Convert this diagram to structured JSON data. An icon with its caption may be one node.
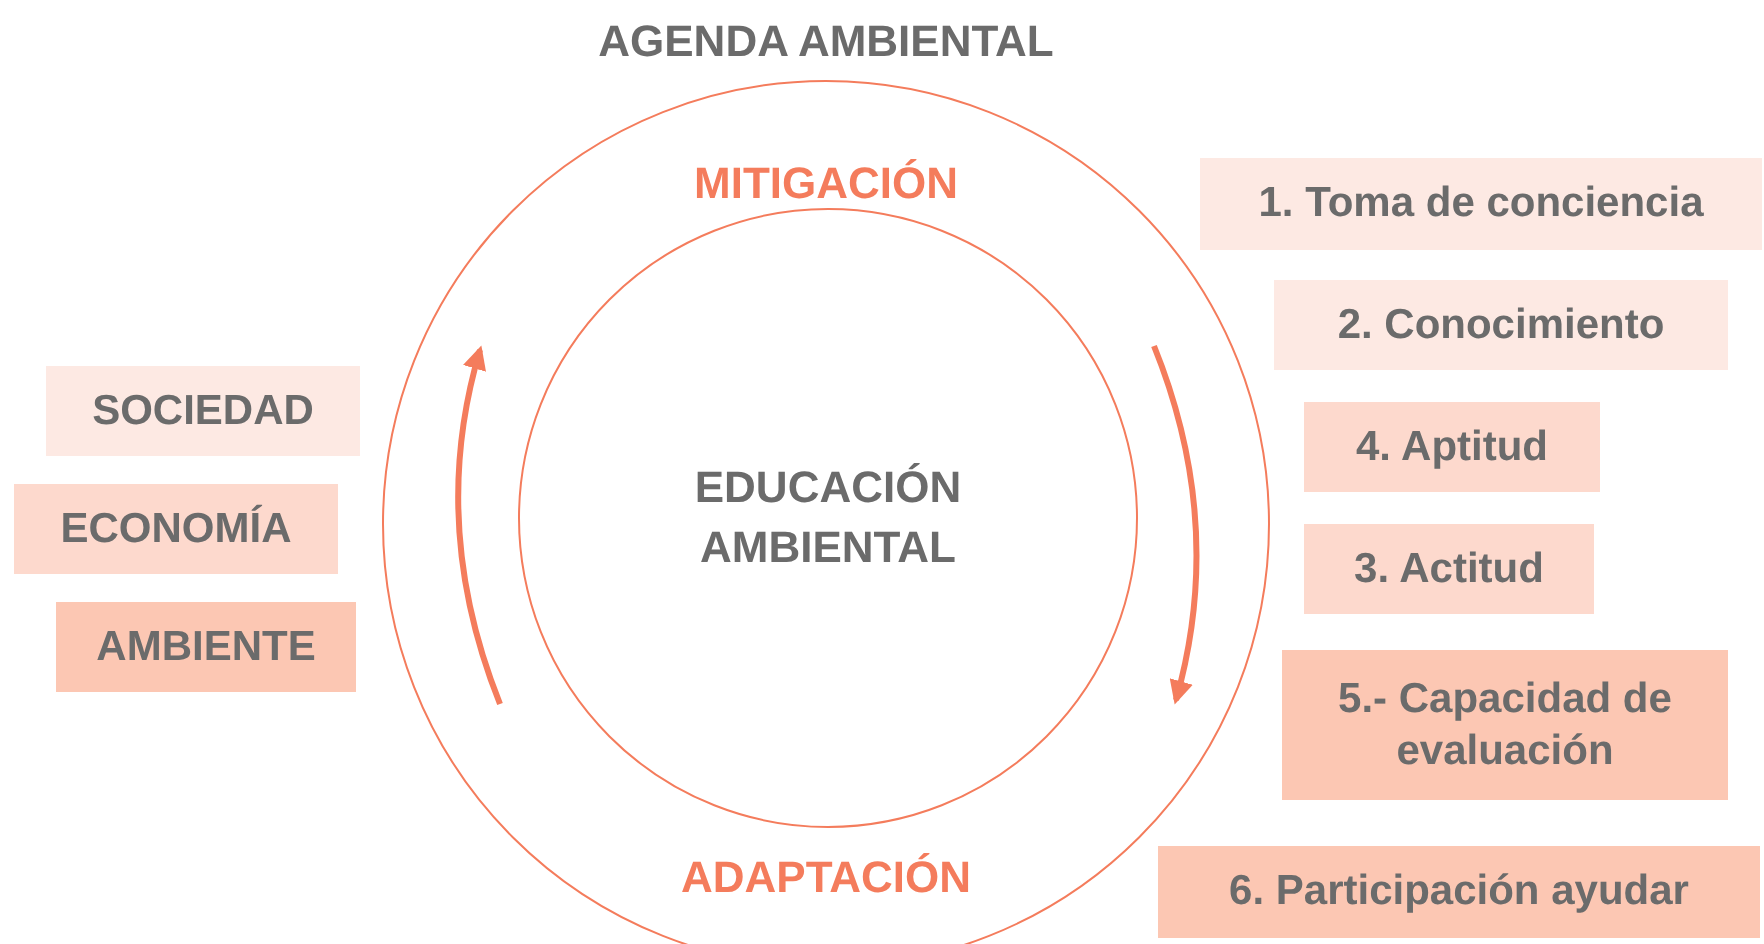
{
  "diagram": {
    "title": "AGENDA AMBIENTAL",
    "nodes": [
      {
        "text": [
          "MITIGACIÓN",
          "ADAPTACIÓN"
        ]
      },
      {
        "text": [
          "EDUCACIÓN AMBIENTAL"
        ],
        "in": 0
      },
      {
        "text": [
          "SOCIEDAD"
        ]
      },
      {
        "text": [
          "ECONOMÍA"
        ]
      },
      {
        "text": [
          "AMBIENTE"
        ]
      },
      {
        "text": [
          "1. Toma de conciencia"
        ]
      },
      {
        "text": [
          "2. Conocimiento"
        ]
      },
      {
        "text": [
          "4. Aptitud"
        ]
      },
      {
        "text": [
          "3. Actitud"
        ]
      },
      {
        "text": [
          "5.- Capacidad de evaluación"
        ]
      },
      {
        "text": [
          "6. Participación ayudar"
        ]
      }
    ],
    "edges": []
  }
}
